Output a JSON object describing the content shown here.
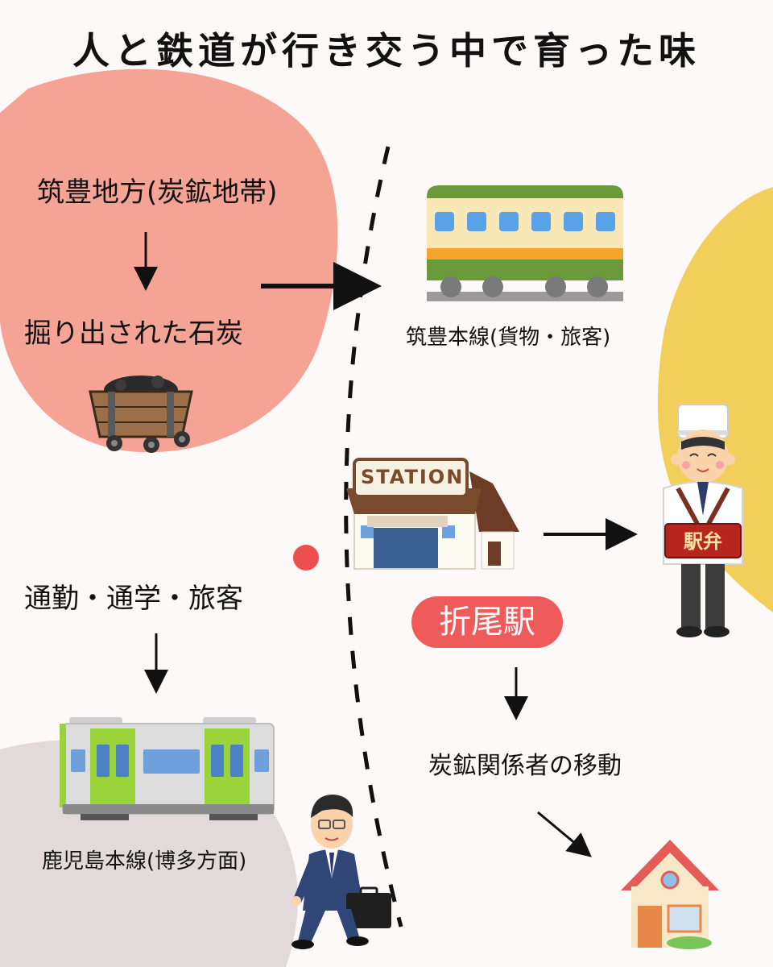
{
  "title": "人と鉄道が行き交う中で育った味",
  "labels": {
    "chikuho_region": "筑豊地方(炭鉱地帯)",
    "mined_coal": "掘り出された石炭",
    "chikuho_line": "筑豊本線(貨物・旅客)",
    "commuters": "通勤・通学・旅客",
    "kagoshima_line": "鹿児島本線(博多方面)",
    "station_name": "折尾駅",
    "miner_movement": "炭鉱関係者の移動"
  },
  "illustrations": {
    "station_sign": "STATION",
    "vendor_box_text": "駅弁"
  },
  "colors": {
    "coral_blob": "#f4a394",
    "yellow_blob": "#f2cf5b",
    "gray_blob": "#e1d9da",
    "station_pill": "#ef5a5a",
    "kagoshima_train": "#9bd33a",
    "chikuho_train_green": "#6b9a3b",
    "chikuho_train_cream": "#f9e7b6"
  },
  "icons": [
    "coal-cart-icon",
    "chikuho-train-icon",
    "station-building-icon",
    "ekiben-vendor-icon",
    "kagoshima-train-icon",
    "businessman-icon",
    "house-icon"
  ]
}
